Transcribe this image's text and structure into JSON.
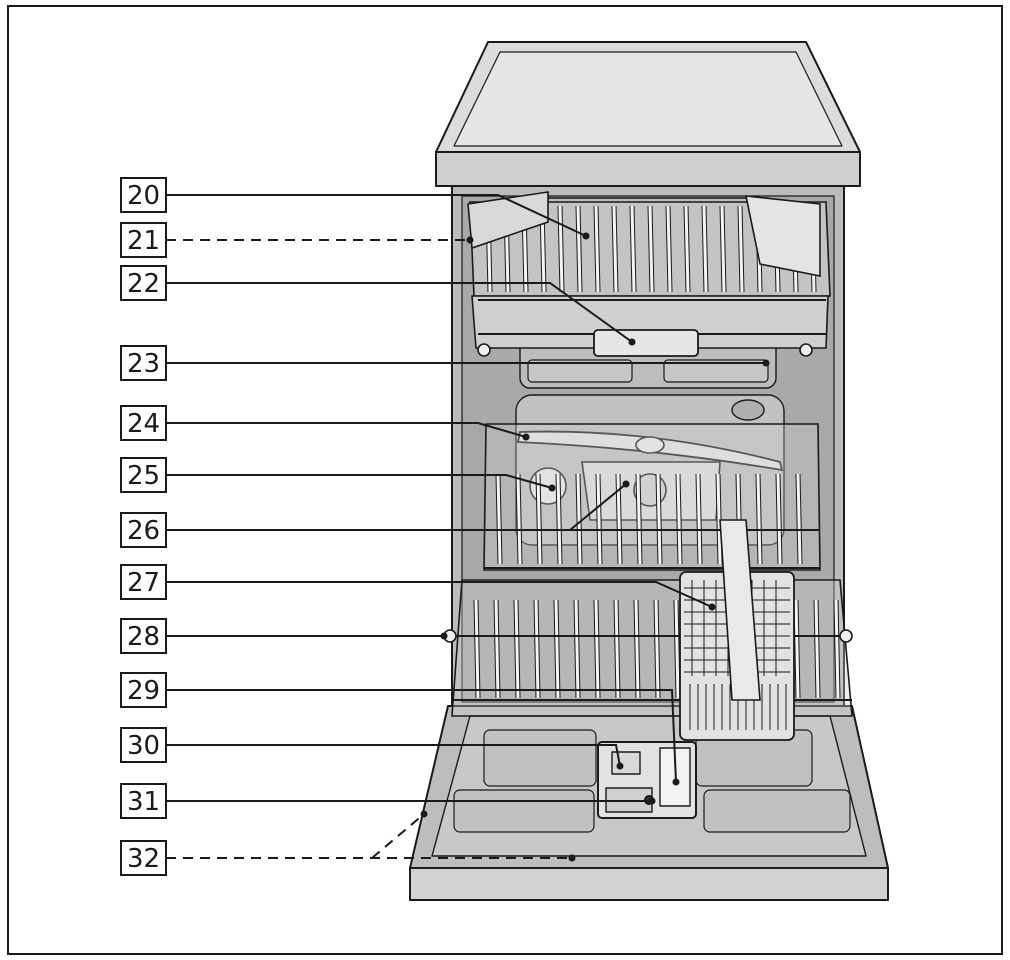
{
  "callouts": [
    {
      "number": "20"
    },
    {
      "number": "21"
    },
    {
      "number": "22"
    },
    {
      "number": "23"
    },
    {
      "number": "24"
    },
    {
      "number": "25"
    },
    {
      "number": "26"
    },
    {
      "number": "27"
    },
    {
      "number": "28"
    },
    {
      "number": "29"
    },
    {
      "number": "30"
    },
    {
      "number": "31"
    },
    {
      "number": "32"
    }
  ],
  "colors": {
    "outline": "#1a1a1a",
    "appliance_fill": "#cfcfcf",
    "interior_fill": "#b8b8b8",
    "rack_wire": "#f2f2f2",
    "label_box_fill": "#ffffff"
  }
}
